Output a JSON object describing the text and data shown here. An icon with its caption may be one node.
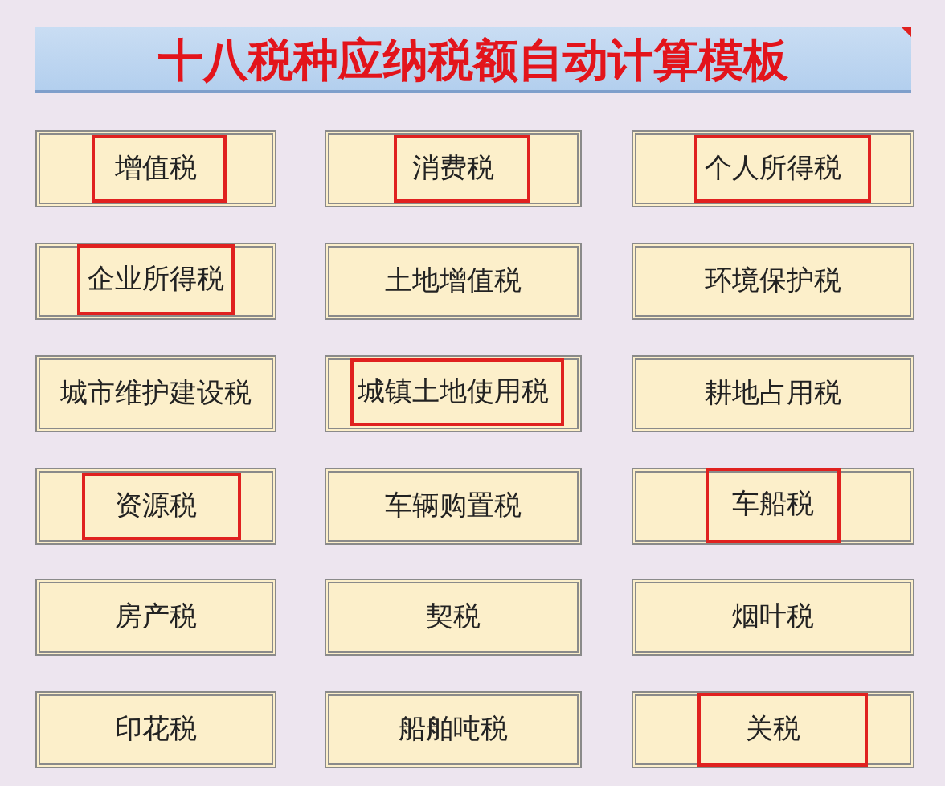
{
  "diagram": {
    "title": "十八税种应纳税额自动计算模板",
    "nodes": [
      {
        "text": [],
        "shape": "box"
      },
      {
        "text": [
          "增值税"
        ],
        "in": 0
      },
      {
        "text": [],
        "shape": "box"
      },
      {
        "text": [
          "消费税"
        ],
        "in": 2
      },
      {
        "text": [],
        "shape": "box"
      },
      {
        "text": [
          "个人所得税"
        ],
        "in": 4
      },
      {
        "text": [],
        "shape": "box"
      },
      {
        "text": [
          "企业所得税"
        ],
        "in": 6
      },
      {
        "text": [
          "土地增值税"
        ]
      },
      {
        "text": [
          "环境保护税"
        ]
      },
      {
        "text": [
          "城市维护建设税"
        ]
      },
      {
        "text": [],
        "shape": "box"
      },
      {
        "text": [
          "城镇土地使用税"
        ],
        "in": 11
      },
      {
        "text": [
          "耕地占用税"
        ]
      },
      {
        "text": [],
        "shape": "box"
      },
      {
        "text": [
          "资源税"
        ],
        "in": 14
      },
      {
        "text": [
          "车辆购置税"
        ]
      },
      {
        "text": [],
        "shape": "box"
      },
      {
        "text": [
          "车船税"
        ],
        "in": 17
      },
      {
        "text": [
          "房产税"
        ]
      },
      {
        "text": [
          "契税"
        ]
      },
      {
        "text": [
          "烟叶税"
        ]
      },
      {
        "text": [
          "印花税"
        ]
      },
      {
        "text": [
          "船舶吨税"
        ]
      },
      {
        "text": [],
        "shape": "box"
      },
      {
        "text": [
          "关税"
        ],
        "in": 24
      }
    ]
  }
}
